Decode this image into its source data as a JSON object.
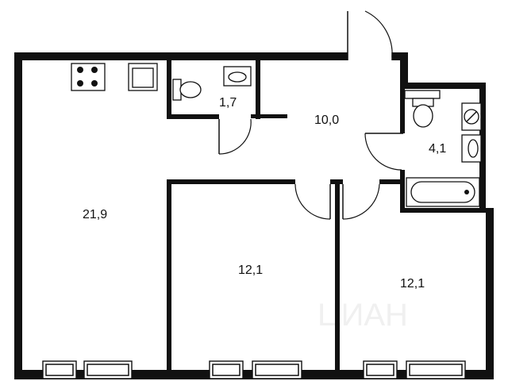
{
  "plan": {
    "rooms": [
      {
        "id": "living-kitchen",
        "area": "21,9"
      },
      {
        "id": "toilet",
        "area": "1,7"
      },
      {
        "id": "hall",
        "area": "10,0"
      },
      {
        "id": "bathroom",
        "area": "4,1"
      },
      {
        "id": "bedroom-1",
        "area": "12,1"
      },
      {
        "id": "bedroom-2",
        "area": "12,1"
      }
    ],
    "watermark": "ЦИАН"
  }
}
